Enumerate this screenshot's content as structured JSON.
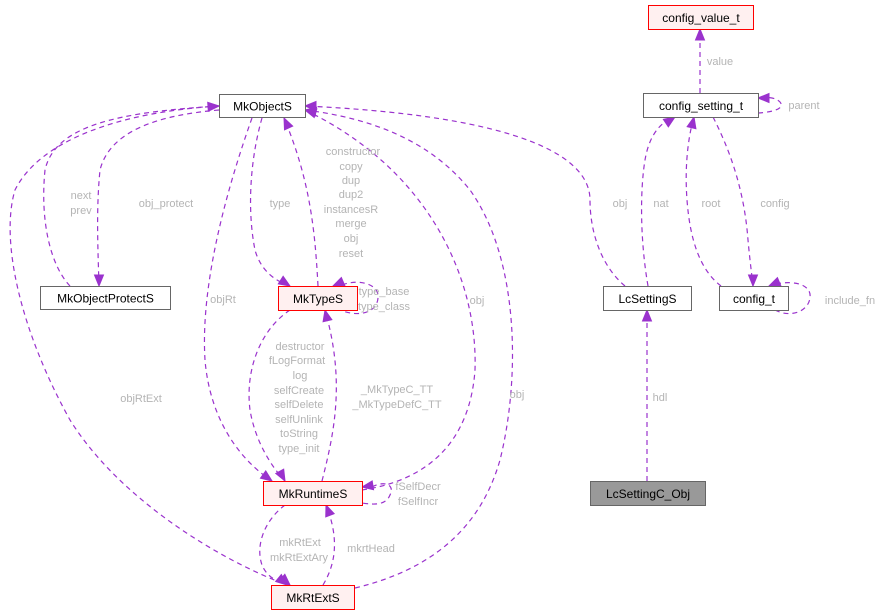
{
  "diagram": {
    "type": "collaboration-graph",
    "colors": {
      "edge": "#9a32cd",
      "edge_label": "#b4b4b4",
      "node_default_border": "#666666",
      "node_default_fill": "#ffffff",
      "node_highlight_border": "#ff0000",
      "node_highlight_fill": "#fff0f0",
      "node_current_fill": "#999999",
      "node_current_border": "#666666"
    },
    "nodes": [
      {
        "id": "MkObjectS",
        "label": "MkObjectS",
        "style": "default"
      },
      {
        "id": "MkObjectProtectS",
        "label": "MkObjectProtectS",
        "style": "default"
      },
      {
        "id": "MkTypeS",
        "label": "MkTypeS",
        "style": "highlight"
      },
      {
        "id": "MkRuntimeS",
        "label": "MkRuntimeS",
        "style": "highlight"
      },
      {
        "id": "MkRtExtS",
        "label": "MkRtExtS",
        "style": "highlight"
      },
      {
        "id": "config_value_t",
        "label": "config_value_t",
        "style": "highlight"
      },
      {
        "id": "config_setting_t",
        "label": "config_setting_t",
        "style": "default"
      },
      {
        "id": "LcSettingS",
        "label": "LcSettingS",
        "style": "default"
      },
      {
        "id": "config_t",
        "label": "config_t",
        "style": "default"
      },
      {
        "id": "LcSettingC_Obj",
        "label": "LcSettingC_Obj",
        "style": "current"
      }
    ],
    "edges": [
      {
        "from": "MkObjectS",
        "to": "MkObjectS",
        "labels": [
          "next",
          "prev"
        ]
      },
      {
        "from": "MkObjectS",
        "to": "MkObjectProtectS",
        "labels": [
          "obj_protect"
        ]
      },
      {
        "from": "MkObjectS",
        "to": "MkTypeS",
        "labels": [
          "type"
        ]
      },
      {
        "from": "MkTypeS",
        "to": "MkObjectS",
        "labels": [
          "constructor",
          "copy",
          "dup",
          "dup2",
          "instancesR",
          "merge",
          "obj",
          "reset"
        ]
      },
      {
        "from": "MkTypeS",
        "to": "MkTypeS",
        "labels": [
          "type_base",
          "type_class"
        ]
      },
      {
        "from": "MkObjectS",
        "to": "MkRuntimeS",
        "labels": [
          "objRt"
        ]
      },
      {
        "from": "MkTypeS",
        "to": "MkRuntimeS",
        "labels": [
          "destructor",
          "fLogFormat",
          "log",
          "selfCreate",
          "selfDelete",
          "selfUnlink",
          "toString",
          "type_init"
        ]
      },
      {
        "from": "MkRuntimeS",
        "to": "MkTypeS",
        "labels": [
          "_MkTypeC_TT",
          "_MkTypeDefC_TT"
        ]
      },
      {
        "from": "MkRuntimeS",
        "to": "MkObjectS",
        "labels": [
          "obj"
        ]
      },
      {
        "from": "MkRuntimeS",
        "to": "MkRuntimeS",
        "labels": [
          "fSelfDecr",
          "fSelfIncr"
        ]
      },
      {
        "from": "MkObjectS",
        "to": "MkRtExtS",
        "labels": [
          "objRtExt"
        ]
      },
      {
        "from": "MkRuntimeS",
        "to": "MkRtExtS",
        "labels": [
          "mkRtExt",
          "mkRtExtAry"
        ]
      },
      {
        "from": "MkRtExtS",
        "to": "MkRuntimeS",
        "labels": [
          "mkrtHead"
        ]
      },
      {
        "from": "MkRtExtS",
        "to": "MkObjectS",
        "labels": [
          "obj"
        ]
      },
      {
        "from": "LcSettingS",
        "to": "MkObjectS",
        "labels": [
          "obj"
        ]
      },
      {
        "from": "config_setting_t",
        "to": "config_value_t",
        "labels": [
          "value"
        ]
      },
      {
        "from": "config_setting_t",
        "to": "config_setting_t",
        "labels": [
          "parent"
        ]
      },
      {
        "from": "LcSettingS",
        "to": "config_setting_t",
        "labels": [
          "nat"
        ]
      },
      {
        "from": "config_t",
        "to": "config_setting_t",
        "labels": [
          "root"
        ]
      },
      {
        "from": "config_setting_t",
        "to": "config_t",
        "labels": [
          "config"
        ]
      },
      {
        "from": "config_t",
        "to": "config_t",
        "labels": [
          "include_fn"
        ]
      },
      {
        "from": "LcSettingC_Obj",
        "to": "LcSettingS",
        "labels": [
          "hdl"
        ]
      }
    ]
  }
}
